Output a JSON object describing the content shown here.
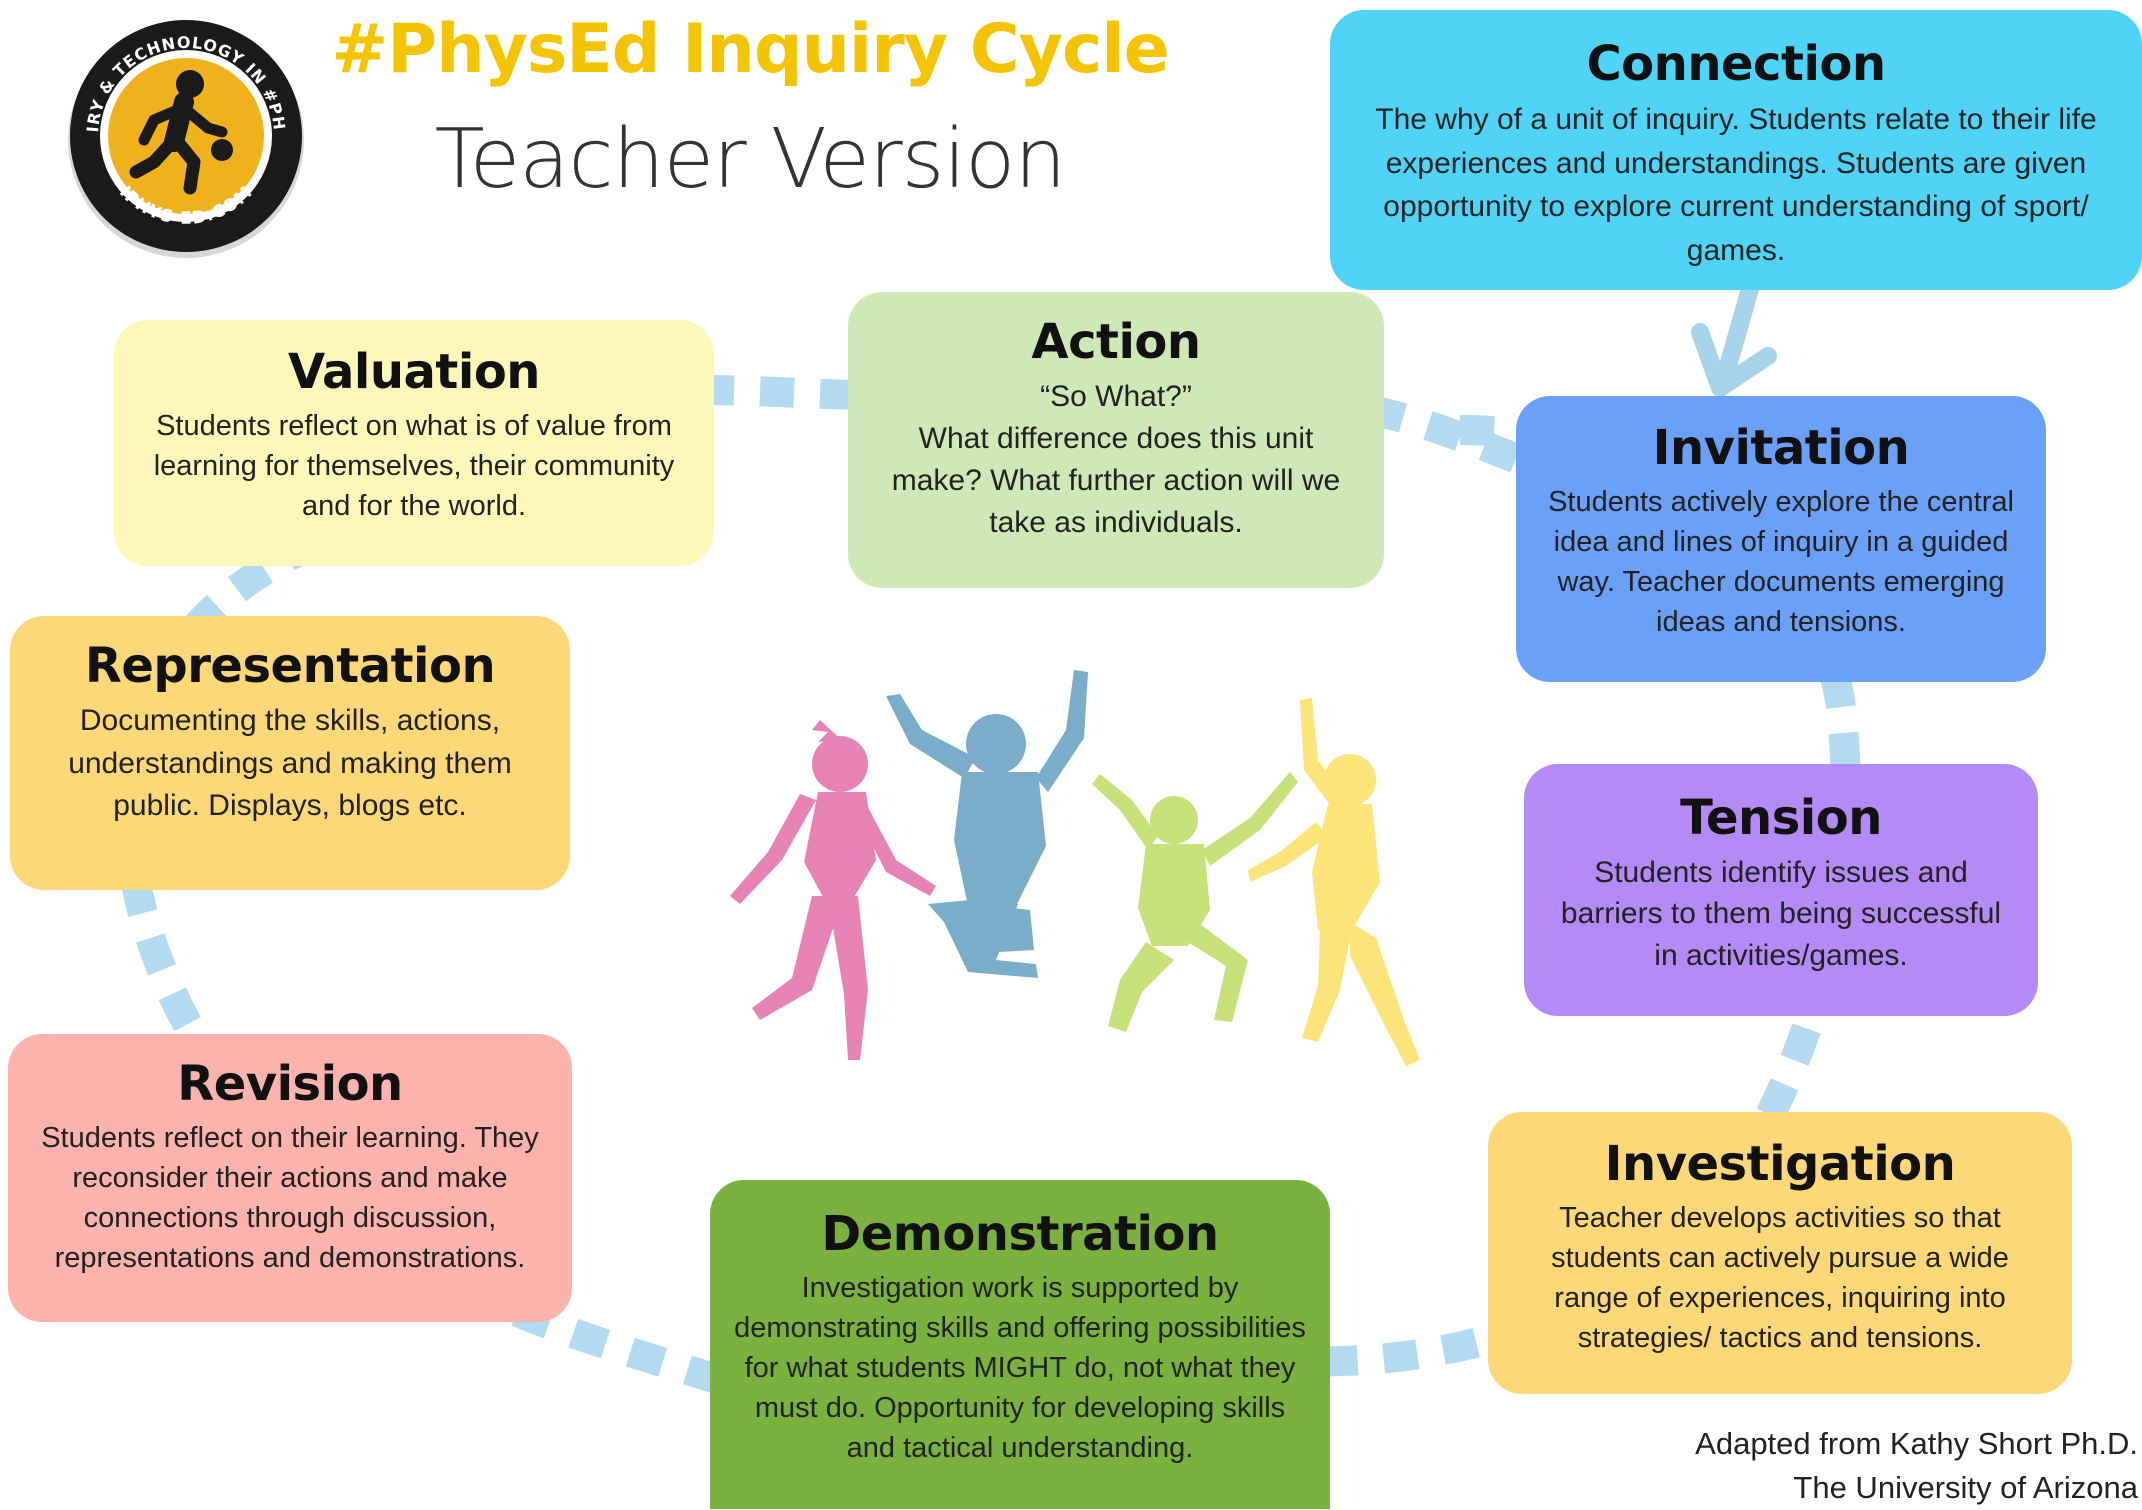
{
  "header": {
    "title": "#PhysEd Inquiry Cycle",
    "subtitle": "Teacher Version"
  },
  "logo": {
    "ring_text_top": "INQUIRY & TECHNOLOGY IN #PHYSED",
    "ring_text_bottom": "IPHYS-ED.COM",
    "icon": "running-figure-with-ball-icon"
  },
  "stages": {
    "connection": {
      "title": "Connection",
      "text": "The why of a unit of inquiry. Students relate to their life experiences and understandings. Students are given opportunity to explore current understanding of sport/ games.",
      "color": "#4fd3f7"
    },
    "invitation": {
      "title": "Invitation",
      "text": "Students actively explore the central idea and lines of inquiry in a guided way. Teacher documents emerging ideas and tensions.",
      "color": "#6aa0f7"
    },
    "tension": {
      "title": "Tension",
      "text": "Students identify issues and barriers to them being successful in activities/games.",
      "color": "#b38af6"
    },
    "investigation": {
      "title": "Investigation",
      "text": "Teacher develops activities so that students can actively pursue a wide range of experiences, inquiring into strategies/ tactics and tensions.",
      "color": "#fdd878"
    },
    "demonstration": {
      "title": "Demonstration",
      "text": "Investigation work is supported by demonstrating skills and offering possibilities for what students MIGHT do, not what they must do. Opportunity for developing skills and tactical understanding.",
      "color": "#7bb13f"
    },
    "revision": {
      "title": "Revision",
      "text": "Students reflect on their learning. They reconsider their actions and make connections through discussion, representations and demonstrations.",
      "color": "#fdb3ad"
    },
    "representation": {
      "title": "Representation",
      "text": "Documenting the skills, actions, understandings and making them public. Displays, blogs etc.",
      "color": "#fdd878"
    },
    "valuation": {
      "title": "Valuation",
      "text": "Students reflect on what is of value from learning for themselves, their community and for the world.",
      "color": "#fdf8b9"
    },
    "action": {
      "title": "Action",
      "text": "“So What?”\nWhat difference does this unit make?  What further action will we take as individuals.",
      "color": "#cfe8b8"
    }
  },
  "colors": {
    "title": "#f5c400",
    "dots": "#b3daf0",
    "arrow": "#a7d3ea"
  },
  "illustration": {
    "figures": [
      "pink-jumper",
      "blue-jumper",
      "green-jumper",
      "yellow-jumper"
    ],
    "figure_colors": [
      "#e783b4",
      "#7aadc9",
      "#c6e07a",
      "#fde47a"
    ]
  },
  "credit": {
    "line1": "Adapted from Kathy Short Ph.D.",
    "line2": "The University of Arizona"
  }
}
